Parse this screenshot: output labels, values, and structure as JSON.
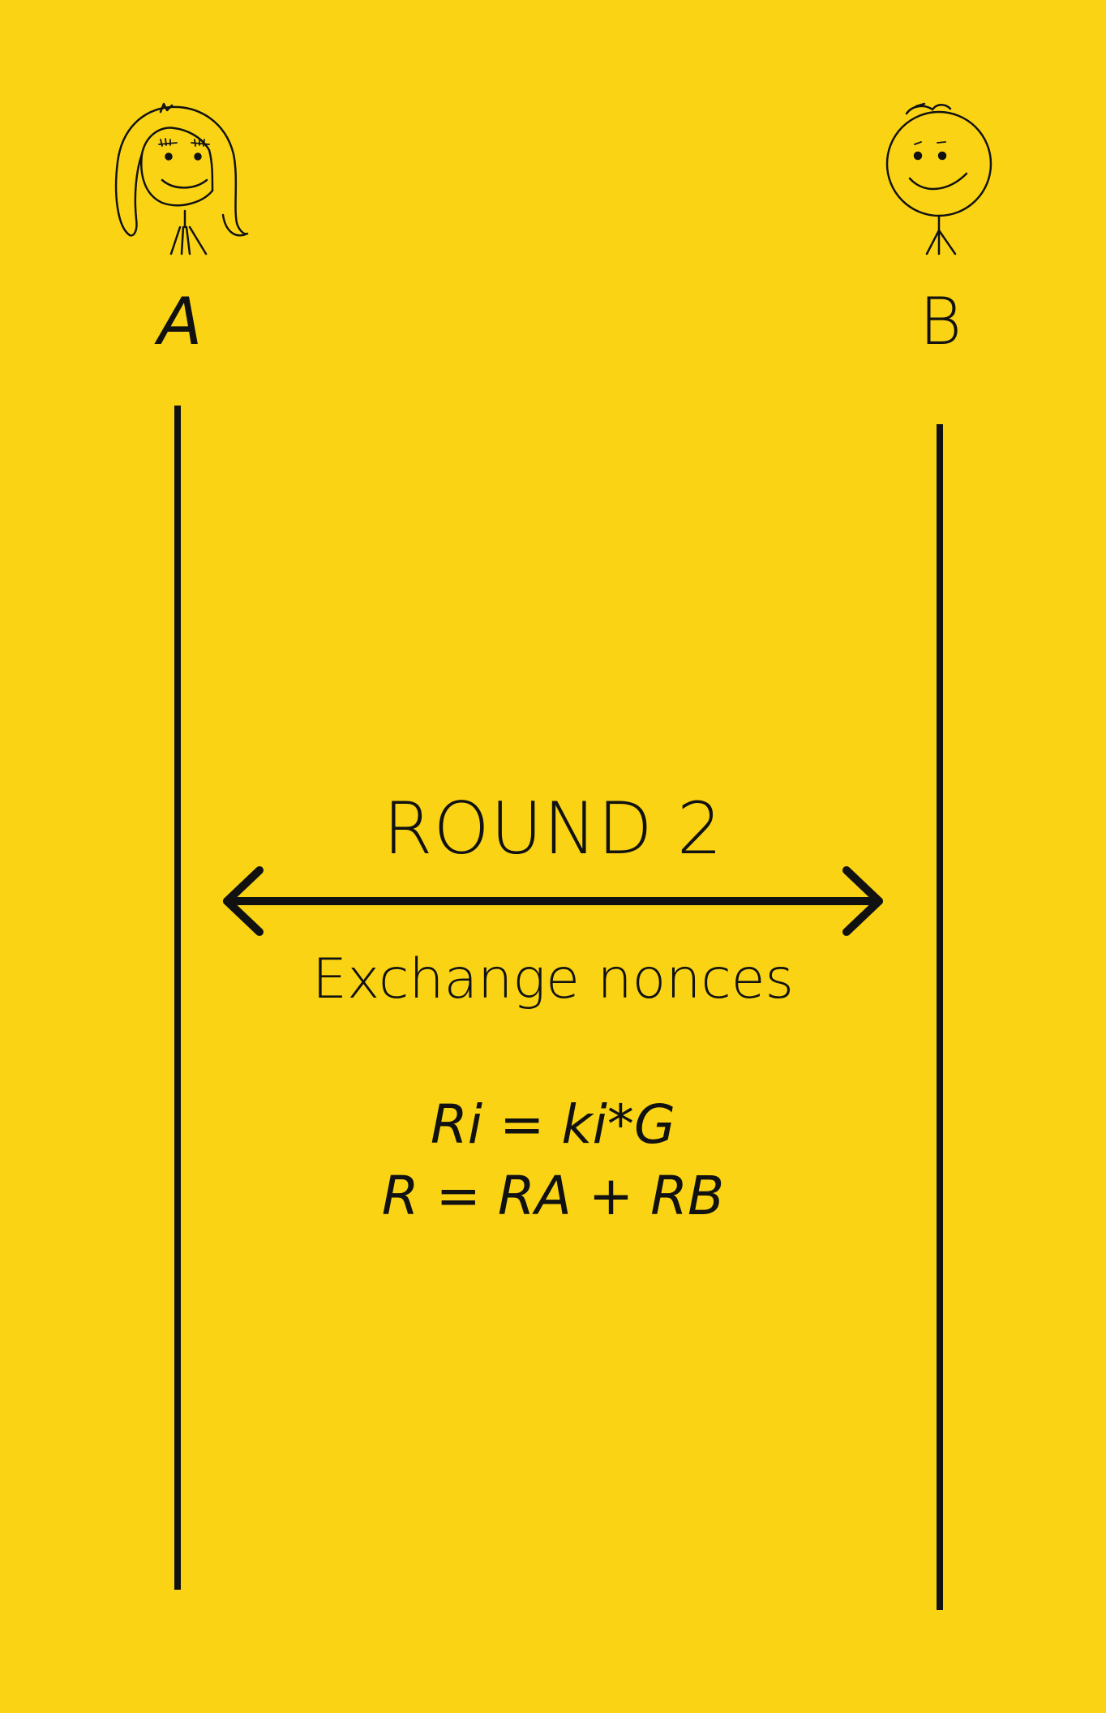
{
  "parties": {
    "a": {
      "label": "A"
    },
    "b": {
      "label": "B"
    }
  },
  "exchange": {
    "round_title": "ROUND 2",
    "description": "Exchange nonces",
    "formulas": [
      "Ri = ki*G",
      "R = RA + RB"
    ]
  },
  "colors": {
    "background": "#FAD414",
    "ink": "#111111"
  }
}
